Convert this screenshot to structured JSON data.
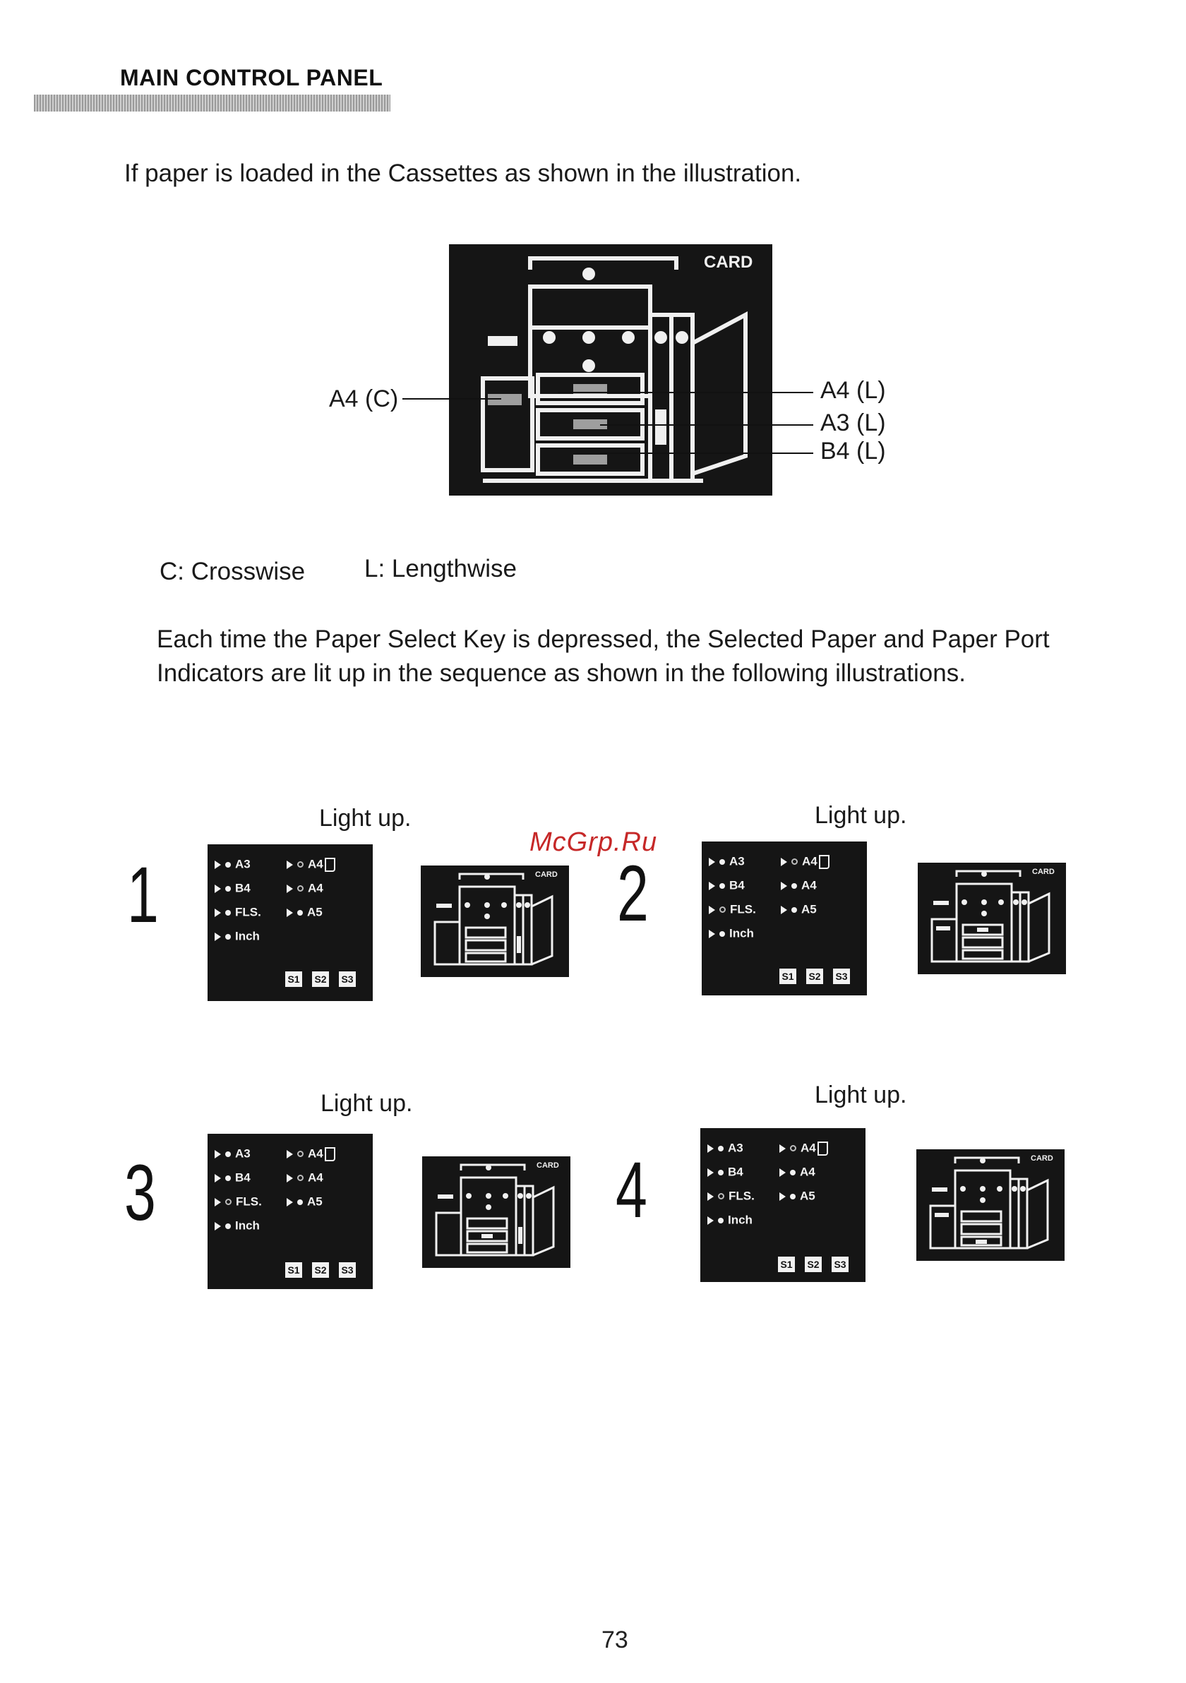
{
  "header": {
    "title": "MAIN CONTROL PANEL"
  },
  "intro": "If paper is loaded in the Cassettes as shown in the illustration.",
  "main_diagram": {
    "card_label": "CARD",
    "left_label": "A4 (C)",
    "right_labels": [
      "A4 (L)",
      "A3 (L)",
      "B4 (L)"
    ]
  },
  "legend": {
    "crosswise": "C: Crosswise",
    "lengthwise": "L: Lengthwise"
  },
  "description": "Each time the Paper Select Key is depressed, the Selected Paper and Paper Port Indicators are lit up in the sequence as shown in the following illustrations.",
  "steps": [
    {
      "number": "1",
      "caption": "Light up."
    },
    {
      "number": "2",
      "caption": "Light up."
    },
    {
      "number": "3",
      "caption": "Light up."
    },
    {
      "number": "4",
      "caption": "Light up."
    }
  ],
  "panel": {
    "left_items": [
      "A3",
      "B4",
      "FLS.",
      "Inch"
    ],
    "right_items": [
      "A4",
      "A4",
      "A5"
    ],
    "keys": [
      "S1",
      "S2",
      "S3"
    ],
    "card_label": "CARD"
  },
  "watermark": "McGrp.Ru",
  "page_number": "73"
}
